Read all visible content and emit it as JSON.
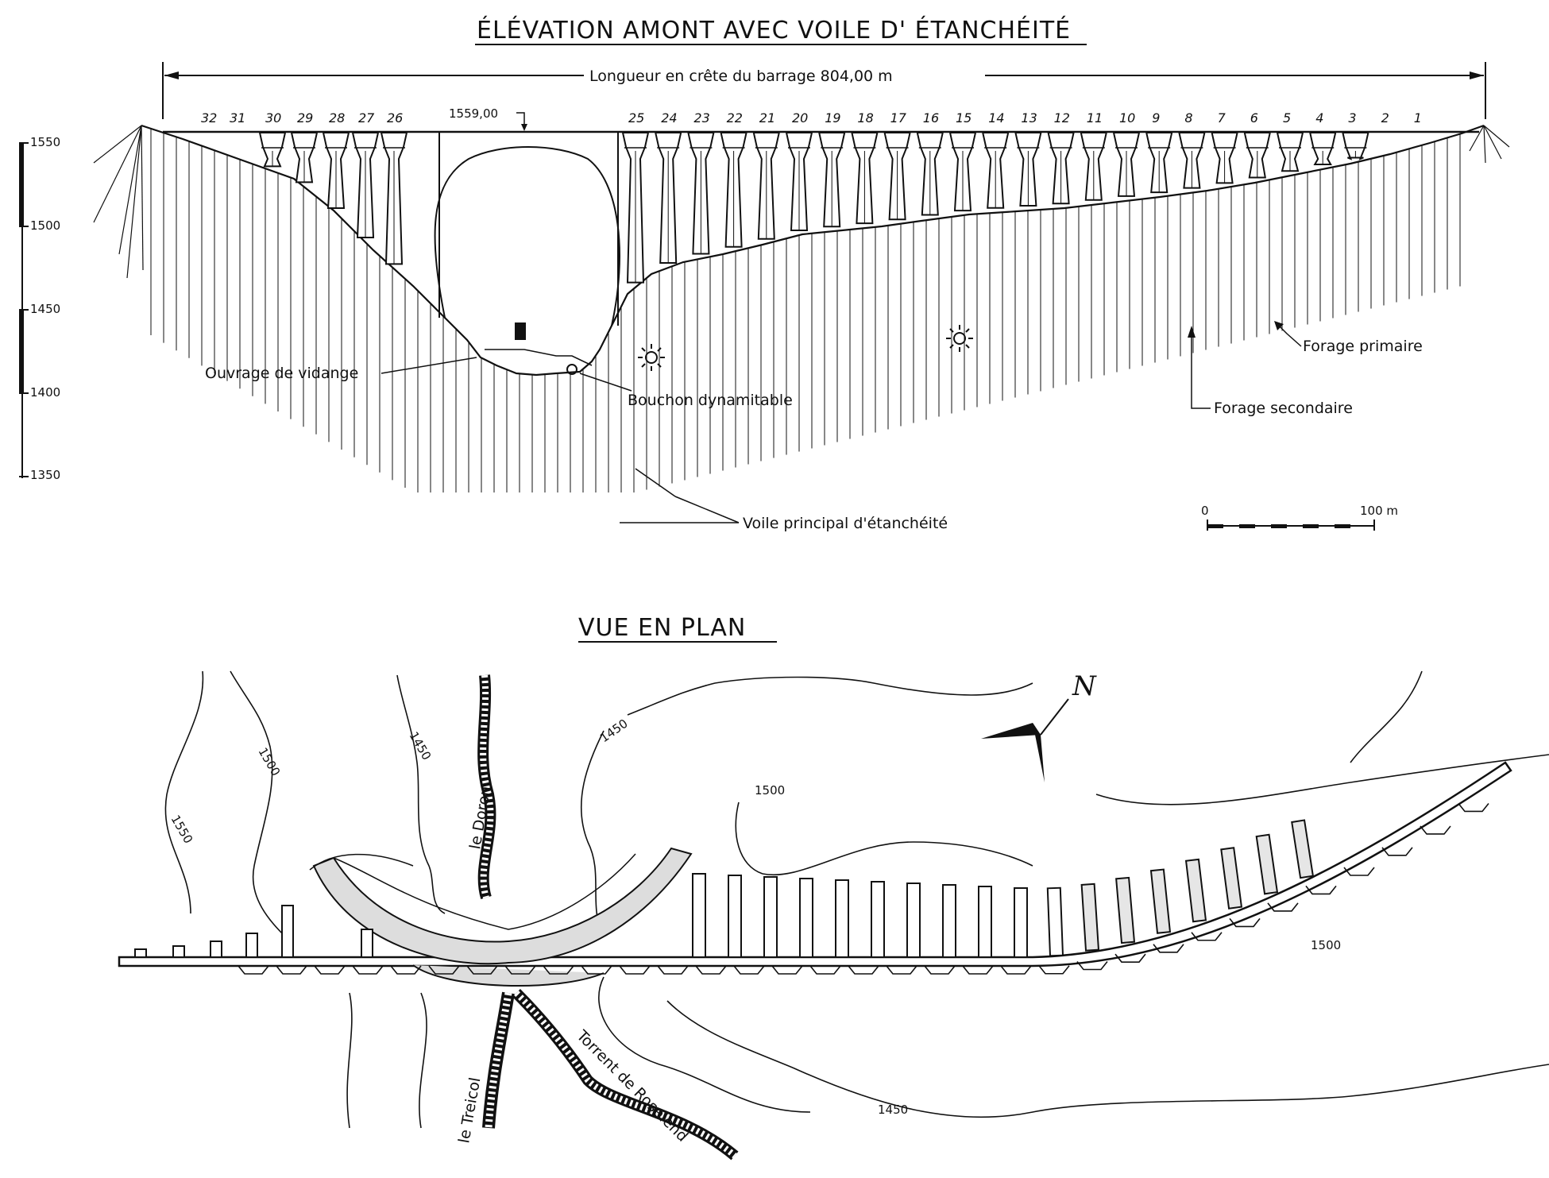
{
  "elevation": {
    "title": "ÉLÉVATION AMONT AVEC VOILE D' ÉTANCHÉITÉ",
    "length_label": "Longueur en crête du barrage 804,00 m",
    "crest_level": "1559,00",
    "scale_ticks": [
      "1550",
      "1500",
      "1450",
      "1400",
      "1350"
    ],
    "buttress_numbers": [
      "32",
      "31",
      "30",
      "29",
      "28",
      "27",
      "26",
      "25",
      "24",
      "23",
      "22",
      "21",
      "20",
      "19",
      "18",
      "17",
      "16",
      "15",
      "14",
      "13",
      "12",
      "11",
      "10",
      "9",
      "8",
      "7",
      "6",
      "5",
      "4",
      "3",
      "2",
      "1"
    ],
    "labels": {
      "ouvrage": "Ouvrage de vidange",
      "bouchon": "Bouchon dynamitable",
      "voile": "Voile principal d'étanchéité",
      "forage_primaire": "Forage primaire",
      "forage_secondaire": "Forage secondaire"
    },
    "scale_bar": {
      "start": "0",
      "end": "100 m"
    }
  },
  "plan": {
    "title": "VUE EN PLAN",
    "contours": {
      "c1550": "1550",
      "c1500_left": "1500",
      "c1450_left": "1450",
      "c1450_top": "1450",
      "c1500_top": "1500",
      "c1500_right": "1500",
      "c1450_bottom": "1450"
    },
    "rivers": {
      "doron": "le Doron",
      "treicol": "le Treicol",
      "roselend": "Torrent de Roselend"
    },
    "north": "N"
  }
}
